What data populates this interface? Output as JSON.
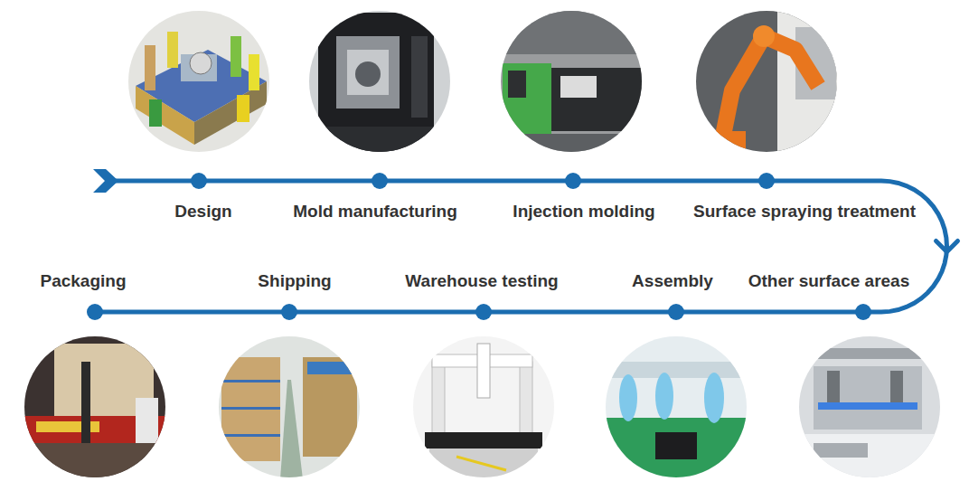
{
  "diagram": {
    "nodes": [
      {
        "text": [
          "Design"
        ]
      },
      {
        "text": [
          "Mold manufacturing"
        ]
      },
      {
        "text": [
          "Injection molding"
        ]
      },
      {
        "text": [
          "Surface spraying treatment"
        ]
      },
      {
        "text": [
          "Other surface areas"
        ]
      },
      {
        "text": [
          "Assembly"
        ]
      },
      {
        "text": [
          "Warehouse testing"
        ]
      },
      {
        "text": [
          "Shipping"
        ]
      },
      {
        "text": [
          "Packaging"
        ]
      }
    ],
    "edges": [
      {
        "from": 0,
        "to": 1,
        "arrow": "none"
      },
      {
        "from": 1,
        "to": 2,
        "arrow": "none"
      },
      {
        "from": 2,
        "to": 3,
        "arrow": "none"
      },
      {
        "from": 3,
        "to": 4,
        "arrow": "to"
      },
      {
        "from": 4,
        "to": 5,
        "arrow": "none"
      },
      {
        "from": 5,
        "to": 6,
        "arrow": "none"
      },
      {
        "from": 6,
        "to": 7,
        "arrow": "none"
      },
      {
        "from": 7,
        "to": 8,
        "arrow": "none"
      }
    ]
  }
}
